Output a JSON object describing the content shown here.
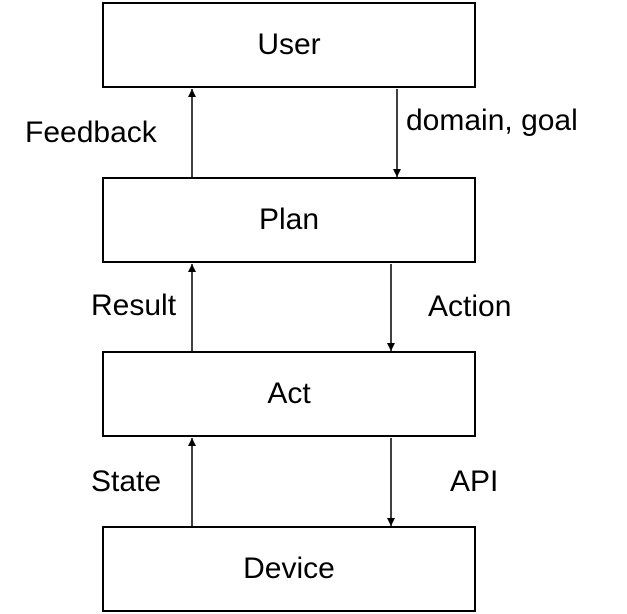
{
  "nodes": {
    "user": "User",
    "plan": "Plan",
    "act": "Act",
    "device": "Device"
  },
  "edges": {
    "feedback": "Feedback",
    "domain_goal": "domain, goal",
    "result": "Result",
    "action": "Action",
    "state": "State",
    "api": "API"
  },
  "colors": {
    "stroke": "#000000",
    "fill": "#ffffff"
  }
}
